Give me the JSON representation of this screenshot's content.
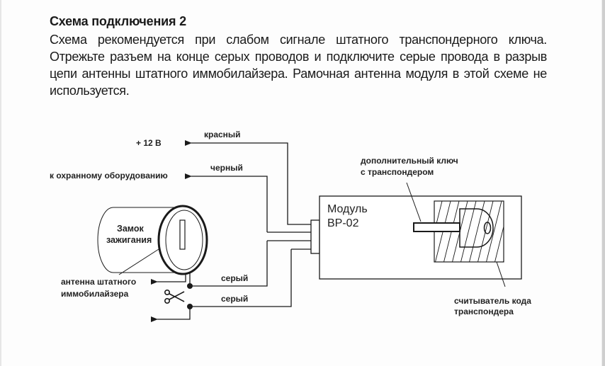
{
  "document": {
    "title": "Схема подключения 2",
    "description": "Схема рекомендуется при слабом сигнале штатного транспондерного ключа. Отрежьте разъем на конце серых проводов и подключите серые провода в разрыв цепи антенны штатного иммобилайзера. Рамочная антенна модуля в этой схеме не используется."
  },
  "diagram": {
    "outputs": {
      "power": "+ 12 В",
      "security": "к охранному оборудованию"
    },
    "wires": {
      "red": "красный",
      "black": "черный",
      "gray_1": "серый",
      "gray_2": "серый"
    },
    "ignition_lock": {
      "line1": "Замок",
      "line2": "зажигания"
    },
    "antenna_label": {
      "line1": "антенна штатного",
      "line2": "иммобилайзера"
    },
    "module": {
      "line1": "Модуль",
      "line2": "BP-02"
    },
    "extra_key_label": {
      "line1": "дополнительный ключ",
      "line2": "с транспондером"
    },
    "reader_label": {
      "line1": "считыватель кода",
      "line2": "транспондера"
    },
    "icons": {
      "cut": "scissors-icon",
      "arrow": "arrowhead-left-icon"
    },
    "colors": {
      "line": "#1a1a1a",
      "background": "#fdfdfd"
    }
  }
}
